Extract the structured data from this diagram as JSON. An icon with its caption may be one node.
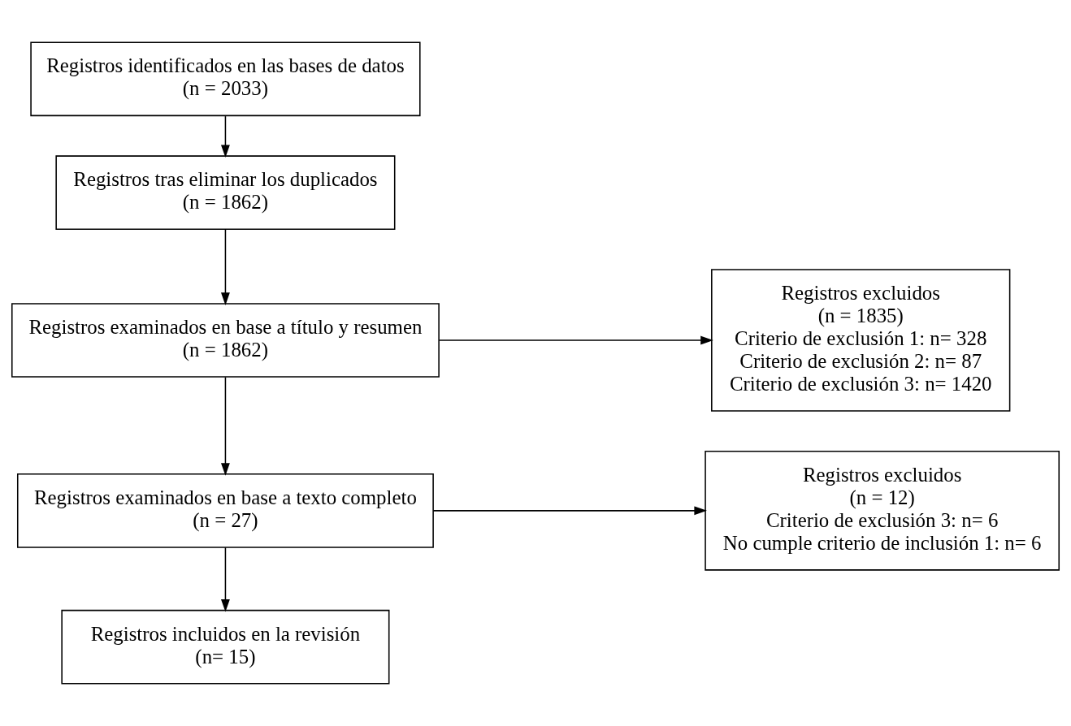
{
  "diagram": {
    "nodes": [
      {
        "text": [
          "Registros identificados en las bases de datos",
          "(n = 2033)"
        ]
      },
      {
        "text": [
          "Registros tras eliminar los duplicados",
          "(n = 1862)"
        ]
      },
      {
        "text": [
          "Registros examinados en base a título y resumen",
          "(n = 1862)"
        ]
      },
      {
        "text": [
          "Registros examinados en base a texto completo",
          "(n = 27)"
        ]
      },
      {
        "text": [
          "Registros incluidos en la revisión",
          "(n= 15)"
        ]
      },
      {
        "text": [
          "Registros excluidos",
          "(n = 1835)",
          "Criterio de exclusión 1: n= 328",
          "Criterio de exclusión 2: n= 87",
          "Criterio de exclusión 3: n= 1420"
        ]
      },
      {
        "text": [
          "Registros excluidos",
          "(n = 12)",
          "Criterio de exclusión 3: n= 6",
          "No cumple criterio de inclusión 1: n= 6"
        ]
      }
    ],
    "edges": [
      {
        "from": 0,
        "to": 1,
        "arrow": "to"
      },
      {
        "from": 1,
        "to": 2,
        "arrow": "to"
      },
      {
        "from": 2,
        "to": 3,
        "arrow": "to"
      },
      {
        "from": 3,
        "to": 4,
        "arrow": "to"
      },
      {
        "from": 2,
        "to": 5,
        "arrow": "to"
      },
      {
        "from": 3,
        "to": 6,
        "arrow": "to"
      }
    ]
  }
}
